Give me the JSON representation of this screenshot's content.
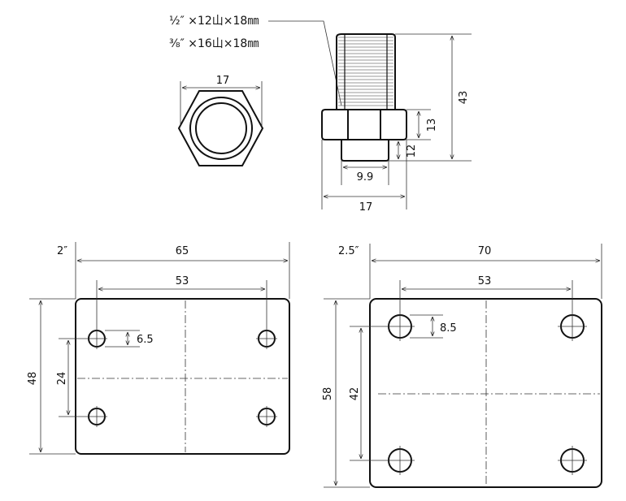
{
  "spec": {
    "line1": "½″ ×12山×18㎜",
    "line2": "⅜″ ×16山×18㎜"
  },
  "bolt": {
    "hex_width": "17",
    "total_height": "43",
    "hex_height": "13",
    "collar_height": "12",
    "collar_width": "9.9",
    "base_width": "17"
  },
  "plate_small": {
    "size_label": "2″",
    "width": "65",
    "hole_spacing": "53",
    "height": "48",
    "vertical_spacing": "24",
    "hole_diameter": "6.5"
  },
  "plate_large": {
    "size_label": "2.5″",
    "width": "70",
    "hole_spacing": "53",
    "height": "58",
    "vertical_spacing": "42",
    "hole_diameter": "8.5"
  }
}
